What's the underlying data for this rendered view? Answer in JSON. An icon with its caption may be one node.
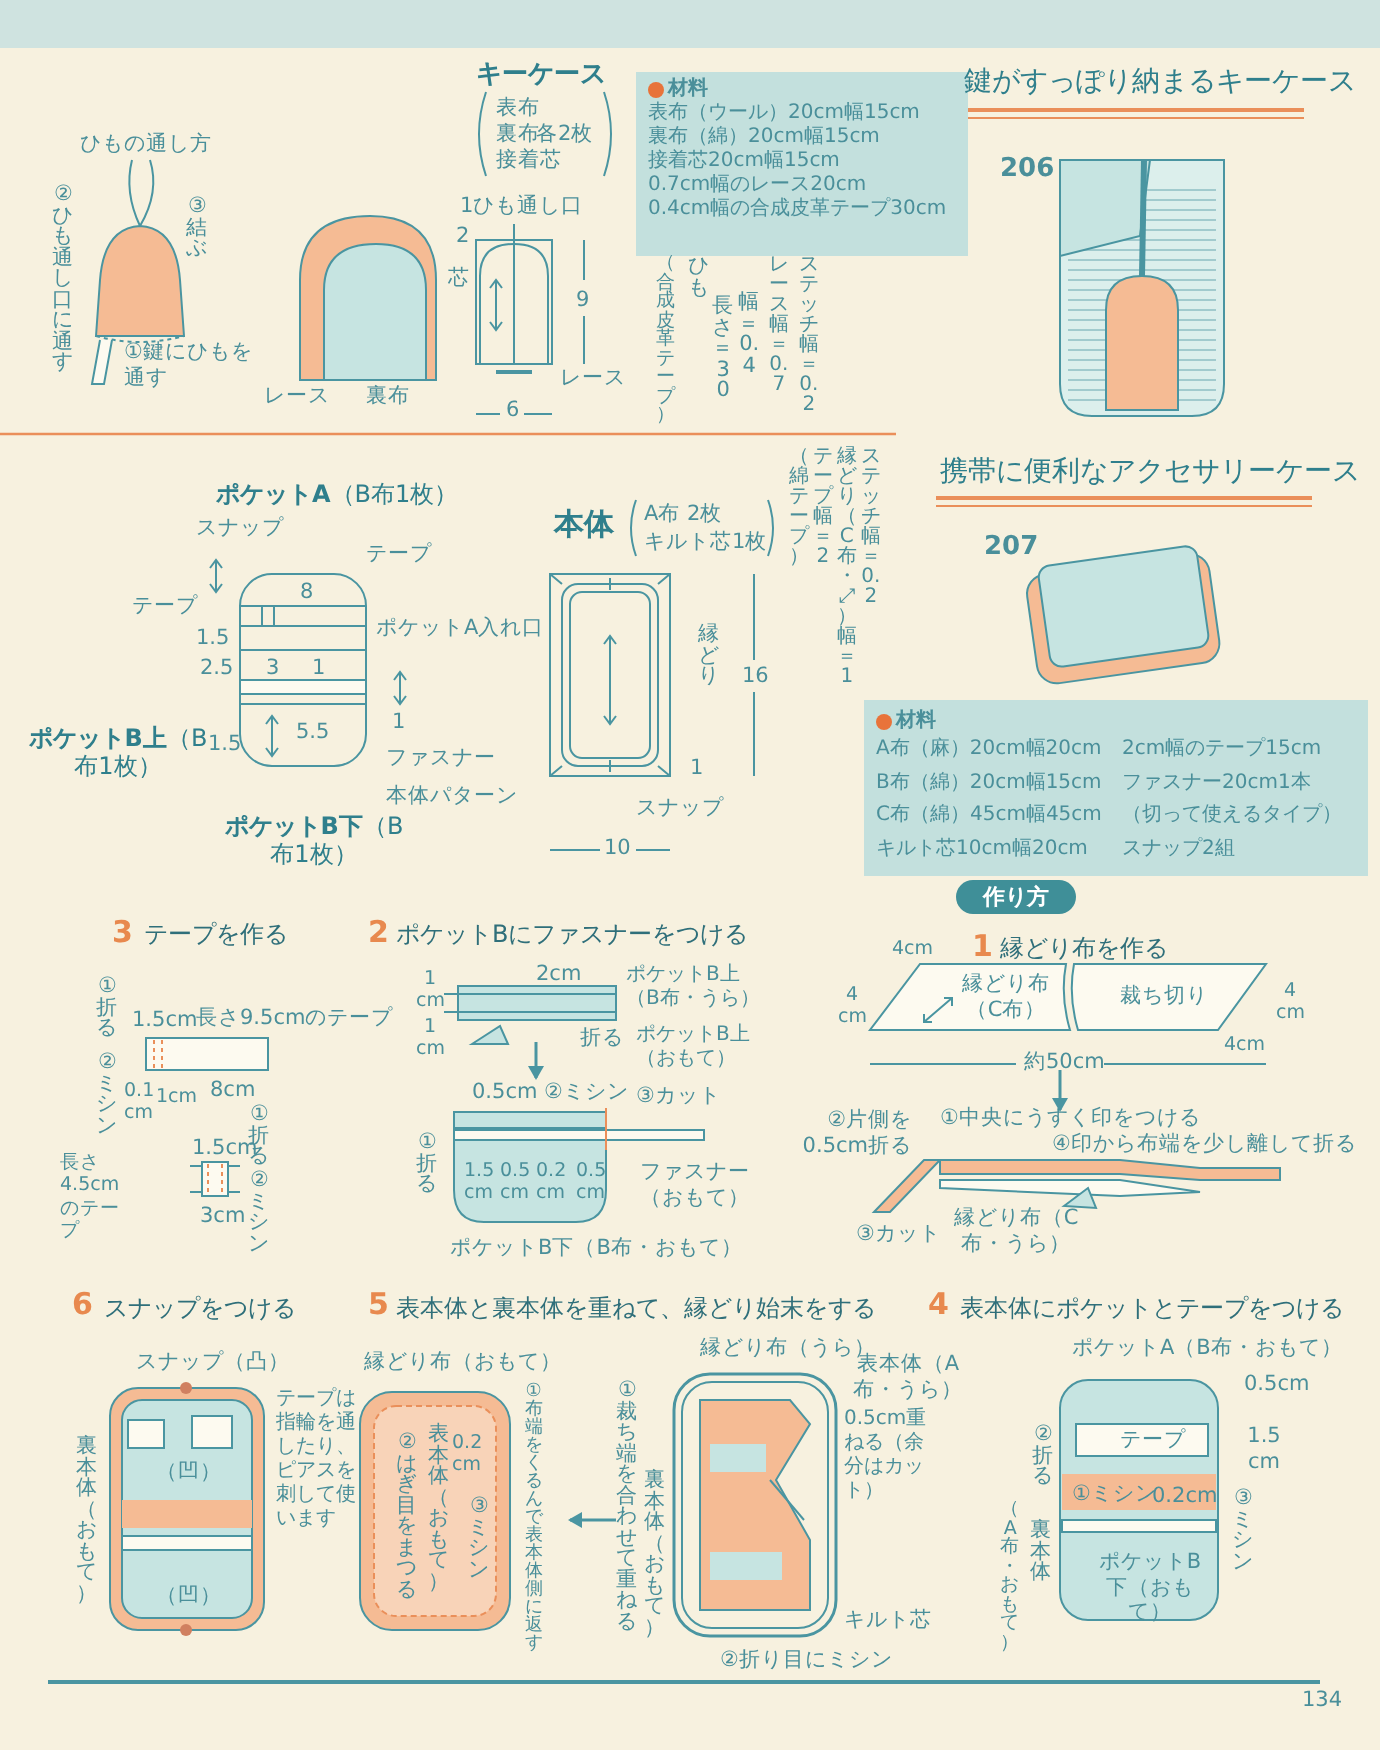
{
  "diagram": {
    "nodes": [
      {
        "text": [
          "材料",
          "表布（ウール）20cm幅15cm",
          "裏布（綿）20cm幅15cm",
          "接着芯20cm幅15cm",
          "0.7cm幅のレース20cm",
          "0.4cm幅の合成皮革テープ30cm"
        ]
      },
      {
        "text": [
          "材料",
          "A布（麻）20cm幅20cm",
          "2cm幅のテープ15cm",
          "B布（綿）20cm幅15cm",
          "ファスナー20cm1本",
          "C布（綿）45cm幅45cm",
          "（切って使えるタイプ）",
          "キルト芯10cm幅20cm",
          "スナップ2組"
        ]
      },
      {
        "text": [
          "作り方"
        ]
      },
      {
        "text": [],
        "shape": "picture"
      },
      {
        "text": [],
        "shape": "picture"
      },
      {
        "text": [],
        "shape": "picture"
      },
      {
        "text": [],
        "shape": "picture"
      },
      {
        "text": [],
        "shape": "picture"
      },
      {
        "text": [],
        "shape": "picture"
      }
    ],
    "edges": [
      {
        "from": 3,
        "to": 4,
        "arrow": "to"
      },
      {
        "from": 5,
        "to": 6,
        "arrow": "to"
      },
      {
        "from": 8,
        "to": 7,
        "arrow": "to"
      }
    ],
    "labels": [
      "ひもの通し方",
      "②ひも通し口に通す",
      "③結ぶ",
      "①鍵にひもを通す",
      "レース",
      "裏布",
      "芯",
      "キーケース",
      "表布",
      "裏布",
      "接着芯",
      "各2枚",
      "1ひも通し口",
      "2",
      "9",
      "レース",
      "6",
      "（合成皮革テープ）",
      "ひも",
      "長さ＝30",
      "幅＝0.4",
      "レース幅＝0.7",
      "ステッチ幅＝0.2",
      "鍵がすっぽり納まるキーケース",
      "206",
      "**ポケットA**（B布1枚）",
      "スナップ",
      "テープ",
      "テープ",
      "8",
      "1.5",
      "ポケットA入れ口",
      "2.5",
      "3",
      "1",
      "1",
      "**ポケットB上**（B布1枚）",
      "1.5",
      "5.5",
      "ファスナー",
      "本体パターン",
      "**ポケットB下**（B布1枚）",
      "本体",
      "A布 2枚",
      "キルト芯1枚",
      "縁どり",
      "16",
      "1",
      "スナップ",
      "10",
      "（綿テープ）",
      "テープ幅＝2",
      "縁どり（C布・⤢）幅＝1",
      "ステッチ幅＝0.2",
      "携帯に便利なアクセサリーケース",
      "207",
      "3",
      "テープを作る",
      "①折る",
      "1.5cm",
      "長さ9.5cmのテープ",
      "②ミシン",
      "0.1 cm",
      "1cm",
      "8cm",
      "①折る",
      "1.5cm",
      "長さ4.5cmのテープ",
      "②ミシン",
      "3cm",
      "2",
      "ポケットBにファスナーをつける",
      "1 cm",
      "2cm",
      "ポケットB上（B布・うら）",
      "1 cm",
      "折る",
      "ポケットB上（おもて）",
      "0.5cm",
      "②ミシン",
      "③カット",
      "①折る",
      "1.5 cm",
      "0.5 cm",
      "0.2 cm",
      "0.5 cm",
      "ファスナー（おもて）",
      "ポケットB下（B布・おもて）",
      "1",
      "縁どり布を作る",
      "4cm",
      "4 cm",
      "縁どり布（C布）",
      "裁ち切り",
      "4 cm",
      "4cm",
      "約50cm",
      "②片側を0.5cm折る",
      "①中央にうすく印をつける",
      "④印から布端を少し離して折る",
      "③カット",
      "縁どり布（C布・うら）",
      "6",
      "スナップをつける",
      "スナップ（凸）",
      "裏本体（おもて）",
      "（凹）",
      "（凹）",
      "テープは指輪を通したり、ピアスを刺して使います",
      "5",
      "表本体と裏本体を重ねて、縁どり始末をする",
      "縁どり布（おもて）",
      "②はぎ目をまつる",
      "表本体（おもて）",
      "0.2 cm",
      "③ミシン",
      "①布端をくるんで表本体側に返す",
      "縁どり布（うら）",
      "表本体（A布・うら）",
      "①裁ち端を合わせて重ねる",
      "裏本体（おもて）",
      "0.5cm重ねる（余分はカット）",
      "キルト芯",
      "②折り目にミシン",
      "4",
      "表本体にポケットとテープをつける",
      "ポケットA（B布・おもて）",
      "0.5cm",
      "②折る",
      "テープ",
      "1.5 cm",
      "①ミシン",
      "0.2cm",
      "③ミシン",
      "（A布・おもて）",
      "裏本体",
      "ポケットB下（おもて）",
      "134"
    ]
  }
}
